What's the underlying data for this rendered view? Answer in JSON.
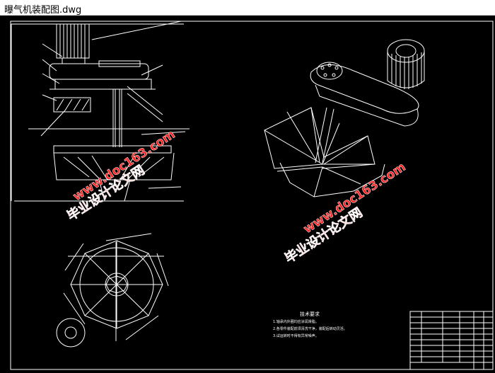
{
  "window": {
    "title": "曝气机装配图.dwg"
  },
  "drawing": {
    "watermark_cn": "毕业设计论文网",
    "watermark_url": "www.doc163.com",
    "tech_requirements_title": "技术要求",
    "tech_requirements": [
      "1.轴承内外圈均应涂润滑脂。",
      "2.各零件装配前须清洗干净，装配后转动灵活。",
      "3.试运转时不得有异常噪声。"
    ],
    "colors": {
      "line": "#ffffff",
      "watermark": "#ff2020",
      "background": "#000000"
    }
  }
}
